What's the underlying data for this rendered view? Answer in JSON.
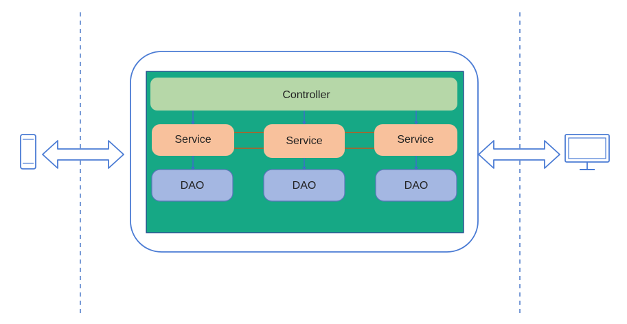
{
  "colors": {
    "server_border": "#4a7bd4",
    "app_bg": "#16a885",
    "controller_fill": "#b6d7a8",
    "service_fill": "#f8c19c",
    "dao_fill": "#a4b7e2",
    "dao_stroke": "#5876b8",
    "link_orange": "#c0581e",
    "link_blue": "#3b6fc8",
    "dashed_line": "#2f64c0",
    "icon_stroke": "#4a7bd4"
  },
  "controller": {
    "label": "Controller"
  },
  "services": [
    {
      "label": "Service"
    },
    {
      "label": "Service"
    },
    {
      "label": "Service"
    }
  ],
  "daos": [
    {
      "label": "DAO"
    },
    {
      "label": "DAO"
    },
    {
      "label": "DAO"
    }
  ],
  "icons": {
    "client_left": "smartphone-icon",
    "client_right": "monitor-icon",
    "arrow_left": "double-arrow-icon",
    "arrow_right": "double-arrow-icon"
  }
}
